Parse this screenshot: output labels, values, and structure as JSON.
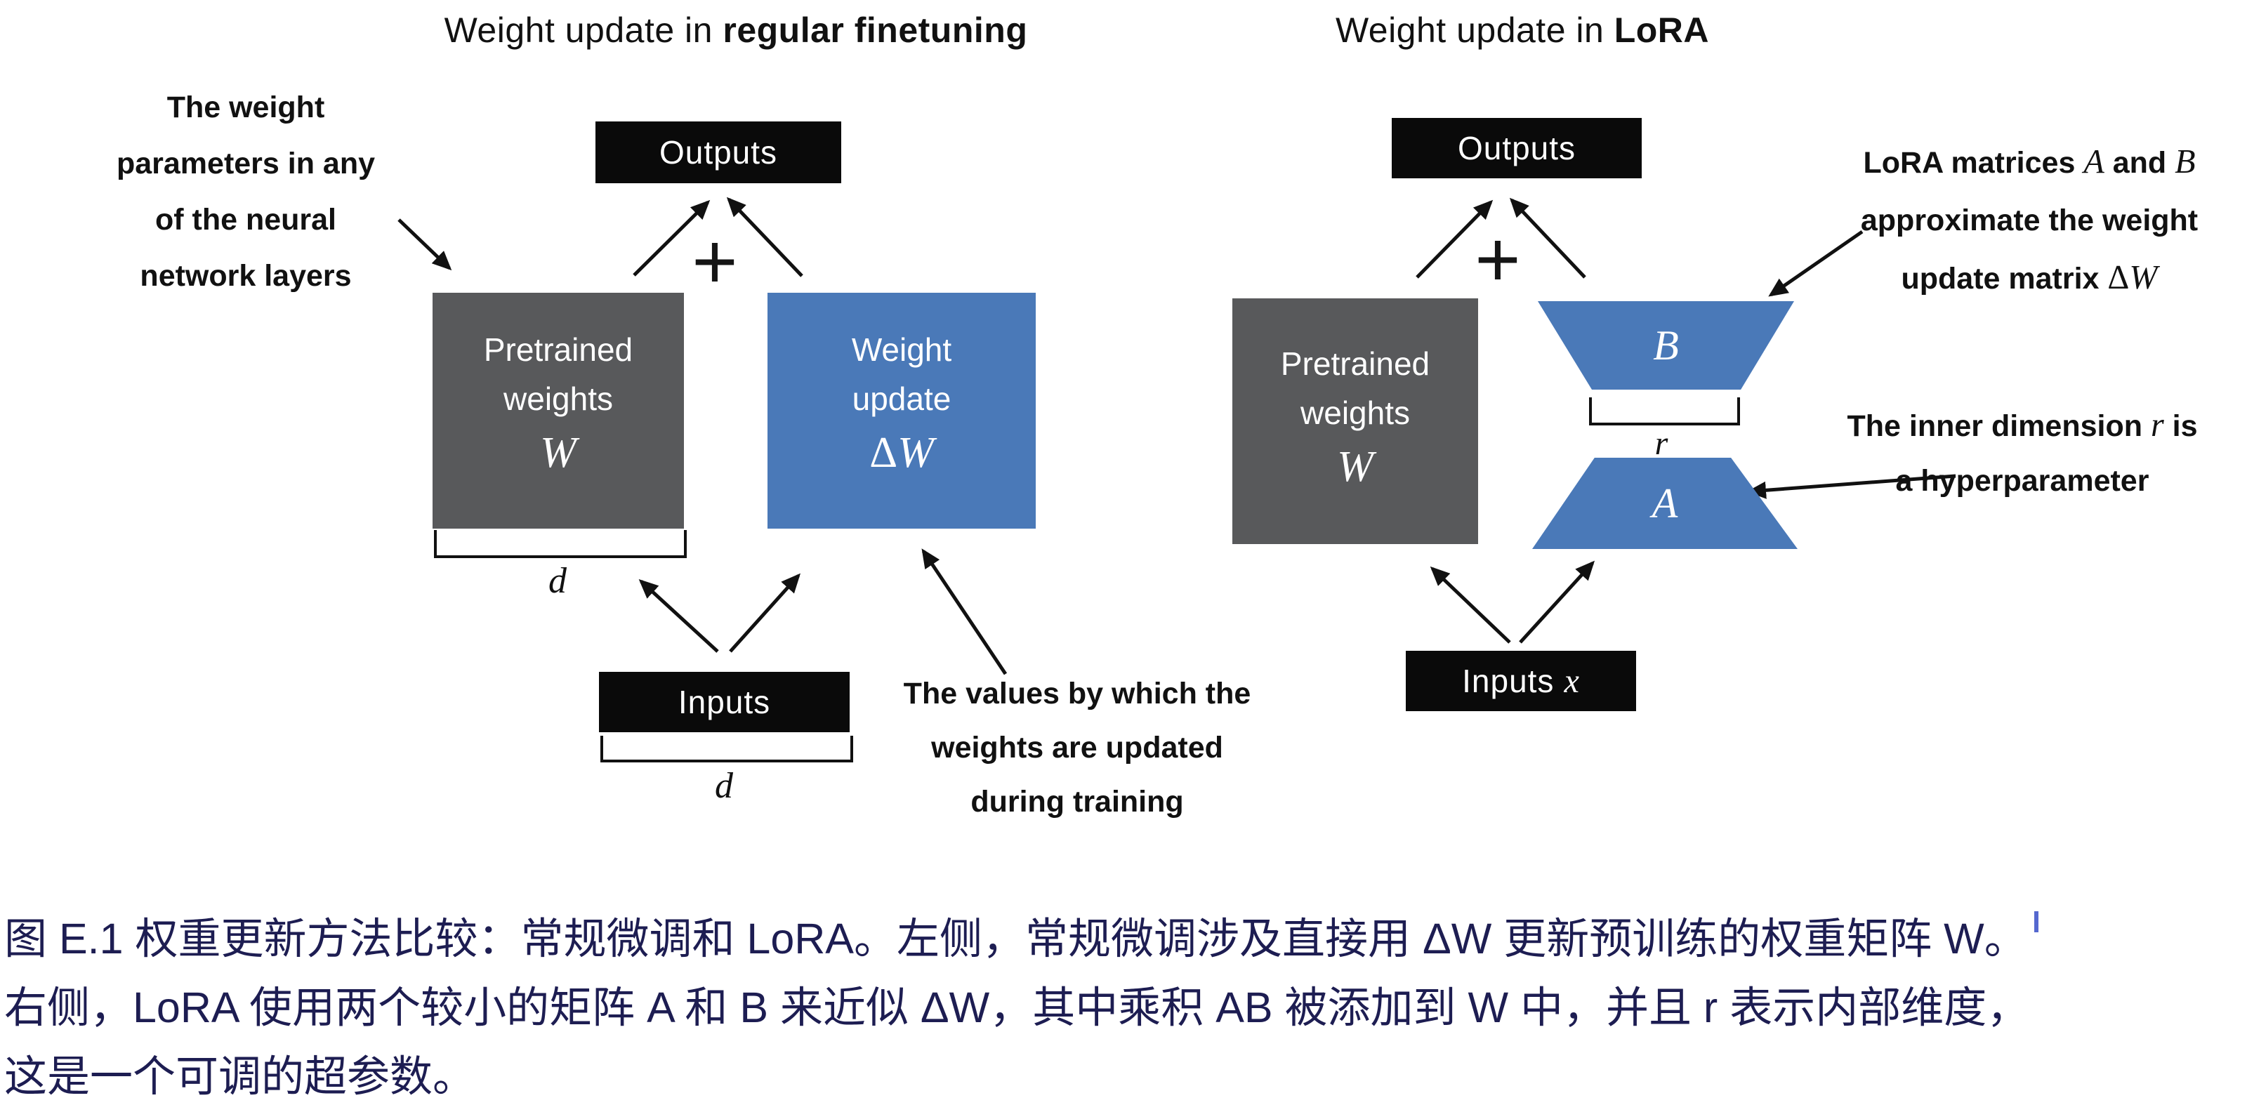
{
  "colors": {
    "box_gray": "#58595b",
    "box_blue": "#4a79b8",
    "box_black": "#0a0a0a",
    "caption_navy": "#1d1d52",
    "tick_blue": "#5568cf"
  },
  "left": {
    "title_normal": "Weight update in ",
    "title_bold": "regular finetuning",
    "weight_params_note": {
      "l1": "The weight",
      "l2": "parameters in any",
      "l3": "of the neural",
      "l4": "network layers"
    },
    "outputs": "Outputs",
    "plus": "+",
    "pretrained": {
      "l1": "Pretrained",
      "l2": "weights",
      "sym": "W"
    },
    "update": {
      "l1": "Weight",
      "l2": "update",
      "sym_delta": "Δ",
      "sym_w": "W"
    },
    "d_weights": "d",
    "inputs": "Inputs",
    "d_inputs": "d",
    "values_note": {
      "l1": "The values by which the",
      "l2": "weights are updated",
      "l3": "during training"
    }
  },
  "right": {
    "title_normal": "Weight update in ",
    "title_bold": "LoRA",
    "outputs": "Outputs",
    "plus": "+",
    "pretrained": {
      "l1": "Pretrained",
      "l2": "weights",
      "sym": "W"
    },
    "matrix_b": "B",
    "matrix_a": "A",
    "r_label": "r",
    "inputs_text": "Inputs",
    "inputs_sym": "x",
    "lora_note": {
      "l1a": "LoRA matrices ",
      "l1b": "A",
      "l1c": " and ",
      "l1d": "B",
      "l2": "approximate the weight",
      "l3a": "update matrix ",
      "l3b_delta": "Δ",
      "l3b_w": "W"
    },
    "inner_note": {
      "l1a": "The inner dimension ",
      "l1b": "r",
      "l1c": " is",
      "l2": "a hyperparameter"
    }
  },
  "caption": {
    "line1": "图 E.1 权重更新方法比较：常规微调和 LoRA。左侧，常规微调涉及直接用 ΔW 更新预训练的权重矩阵 W。",
    "line2": "右侧，LoRA 使用两个较小的矩阵 A 和 B 来近似 ΔW，其中乘积 AB 被添加到 W 中，并且 r 表示内部维度，",
    "line3": "这是一个可调的超参数。"
  }
}
